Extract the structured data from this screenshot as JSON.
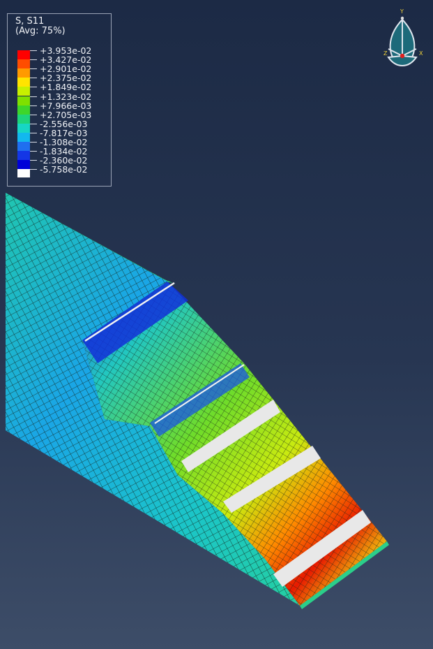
{
  "legend": {
    "title": "S, S11",
    "subtitle": "(Avg: 75%)",
    "entries": [
      {
        "label": "+3.953e-02",
        "color": "#ff0000"
      },
      {
        "label": "+3.427e-02",
        "color": "#ff4d00"
      },
      {
        "label": "+2.901e-02",
        "color": "#ff9a00"
      },
      {
        "label": "+2.375e-02",
        "color": "#ffe400"
      },
      {
        "label": "+1.849e-02",
        "color": "#c7f000"
      },
      {
        "label": "+1.323e-02",
        "color": "#7fe000"
      },
      {
        "label": "+7.966e-03",
        "color": "#3ed62a"
      },
      {
        "label": "+2.705e-03",
        "color": "#1ed47a"
      },
      {
        "label": "-2.556e-03",
        "color": "#17d6c4"
      },
      {
        "label": "-7.817e-03",
        "color": "#12b8ee"
      },
      {
        "label": "-1.308e-02",
        "color": "#1f6ff0"
      },
      {
        "label": "-1.834e-02",
        "color": "#1436e6"
      },
      {
        "label": "-2.360e-02",
        "color": "#0000d8"
      },
      {
        "label": "-5.758e-02",
        "color": "#ffffff"
      }
    ]
  },
  "triad": {
    "y_label": "Y",
    "x_label": "X",
    "z_label": "Z"
  },
  "colors": {
    "background_top": "#1c2a45",
    "background_bottom": "#3d4d68",
    "mesh_line": "#1a1a1a"
  }
}
